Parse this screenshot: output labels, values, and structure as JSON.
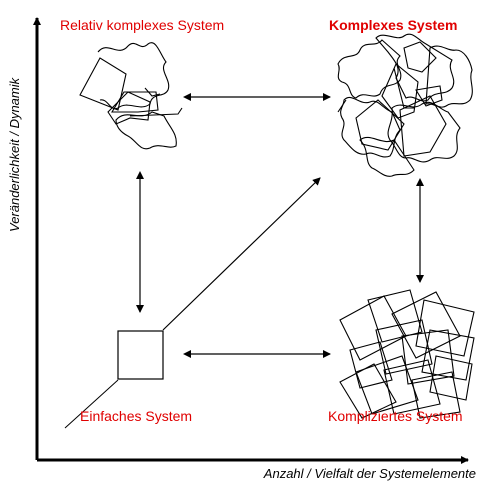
{
  "labels": {
    "top_left": "Relativ komplexes System",
    "top_right": "Komplexes System",
    "bottom_left": "Einfaches System",
    "bottom_right": "Kompliziertes System"
  },
  "axes": {
    "x_label": "Anzahl / Vielfalt der Systemelemente",
    "y_label": "Veränderlichkeit / Dynamik"
  },
  "colors": {
    "label": "#e00000",
    "lines": "#000000"
  }
}
